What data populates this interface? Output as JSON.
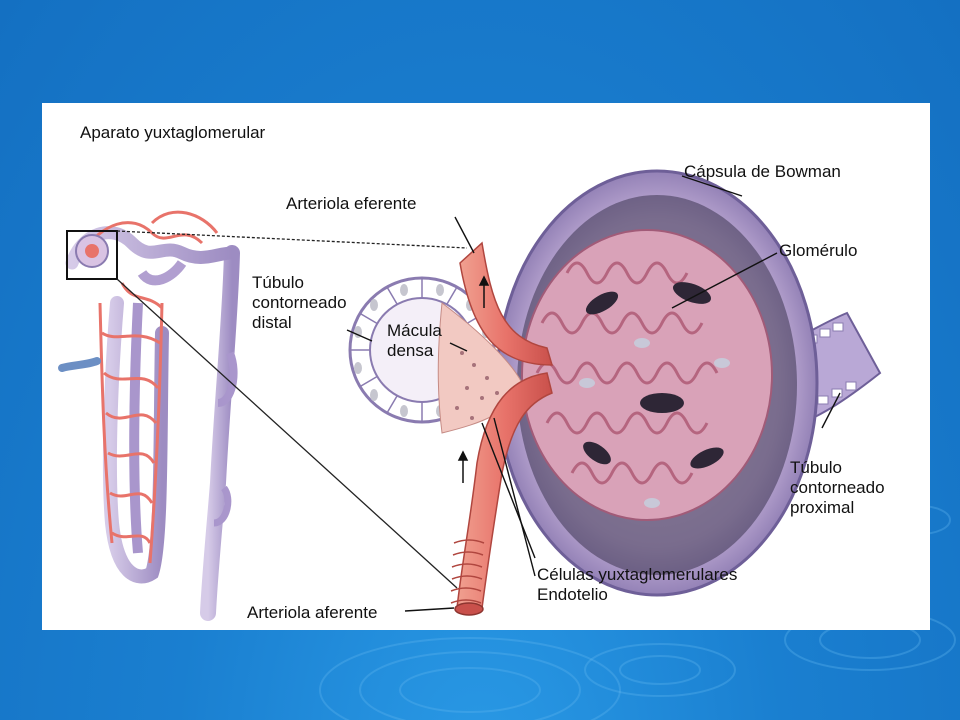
{
  "figure": {
    "title": "Aparato yuxtaglomerular",
    "labels": {
      "arteriola_eferente": "Arteriola eferente",
      "capsula_bowman": "Cápsula de Bowman",
      "glomerulo": "Glomérulo",
      "tubulo_distal": "Túbulo\ncontorneado\ndistal",
      "macula_densa": "Mácula\ndensa",
      "tubulo_proximal": "Túbulo\ncontorneado\nproximal",
      "celulas_yuxta": "Células yuxtaglomerulares",
      "endotelio": "Endotelio",
      "arteriola_aferente": "Arteriola aferente"
    }
  },
  "colors": {
    "background_blue": "#1a7fd0",
    "figure_background": "#ffffff",
    "vessel_red": "#e8736a",
    "tubule_lavender": "#b9a8d6",
    "capsule_purple": "#8a7bb0",
    "glomerulus_pink": "#d9a2b8"
  }
}
